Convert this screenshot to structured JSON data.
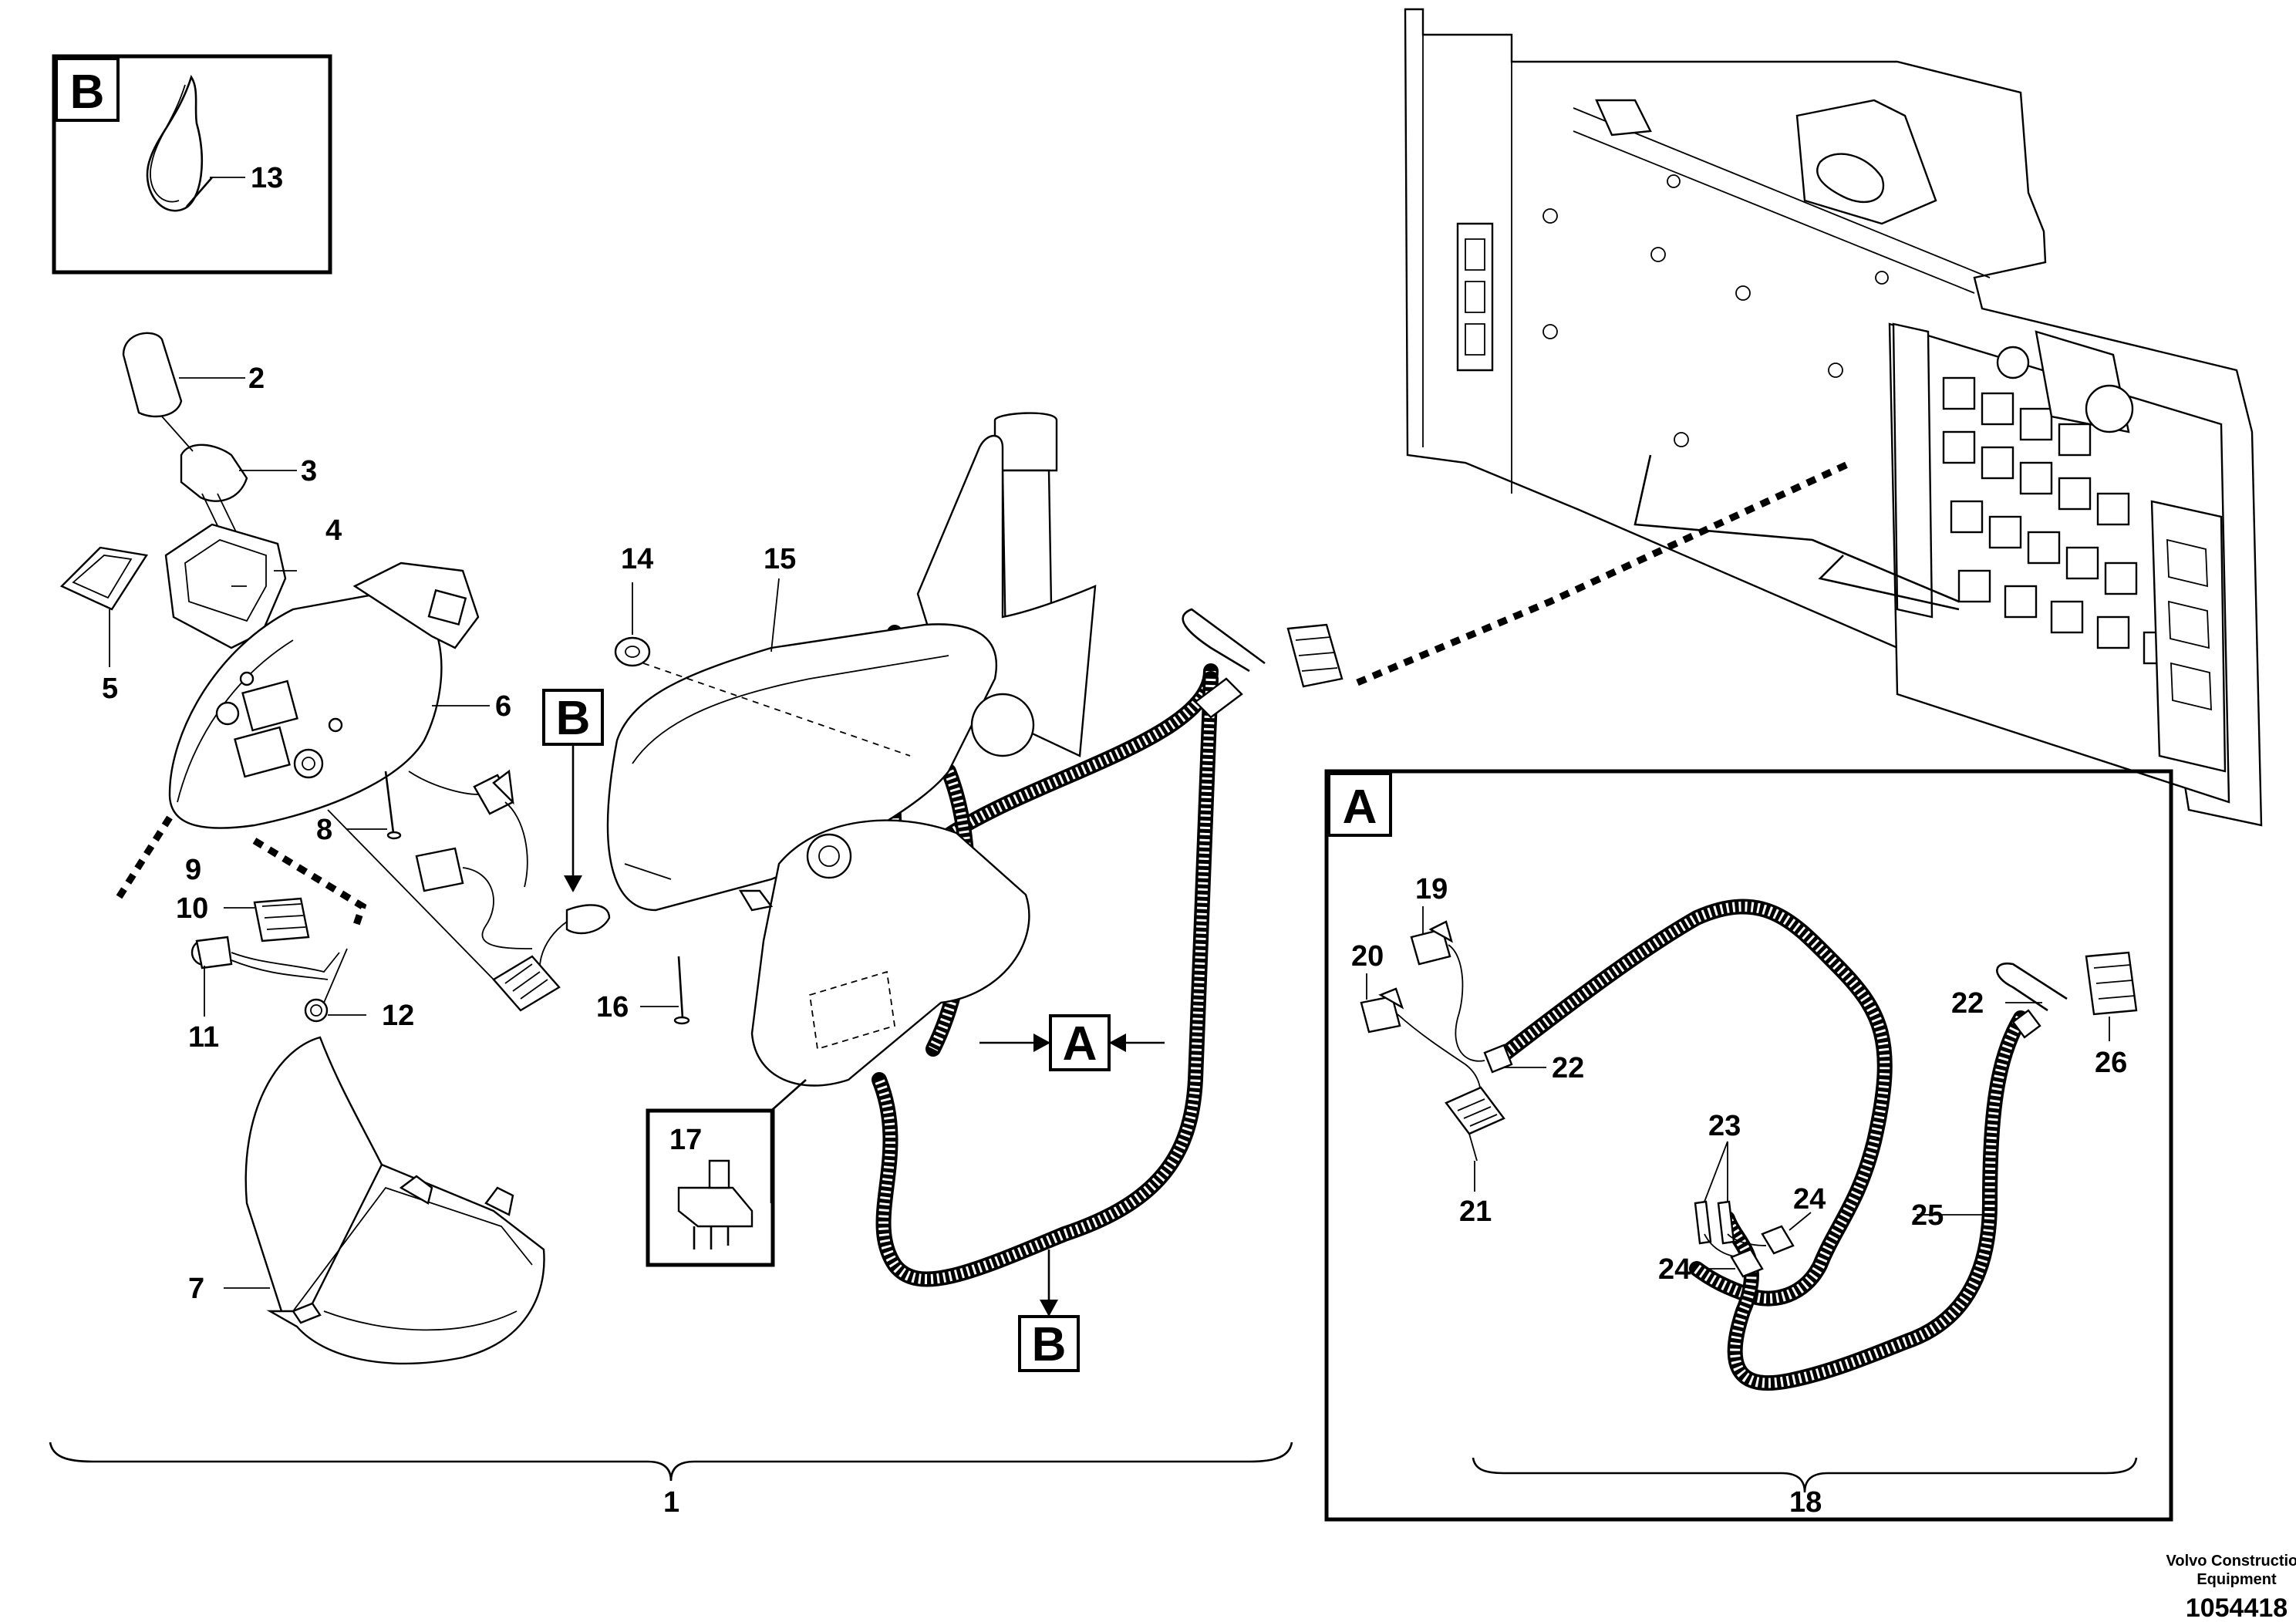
{
  "detail_labels": {
    "a": "A",
    "b": "B"
  },
  "part_numbers": {
    "p1": "1",
    "p2": "2",
    "p3": "3",
    "p4": "4",
    "p5": "5",
    "p6": "6",
    "p7": "7",
    "p8": "8",
    "p9": "9",
    "p10": "10",
    "p11": "11",
    "p12": "12",
    "p13": "13",
    "p14": "14",
    "p15": "15",
    "p16": "16",
    "p17": "17",
    "p18": "18",
    "p19": "19",
    "p20": "20",
    "p21": "21",
    "p22": "22",
    "p23": "23",
    "p24": "24",
    "p25": "25",
    "p26": "26"
  },
  "footer": {
    "company_line1": "Volvo Construction",
    "company_line2": "Equipment",
    "drawing_number": "1054418"
  }
}
